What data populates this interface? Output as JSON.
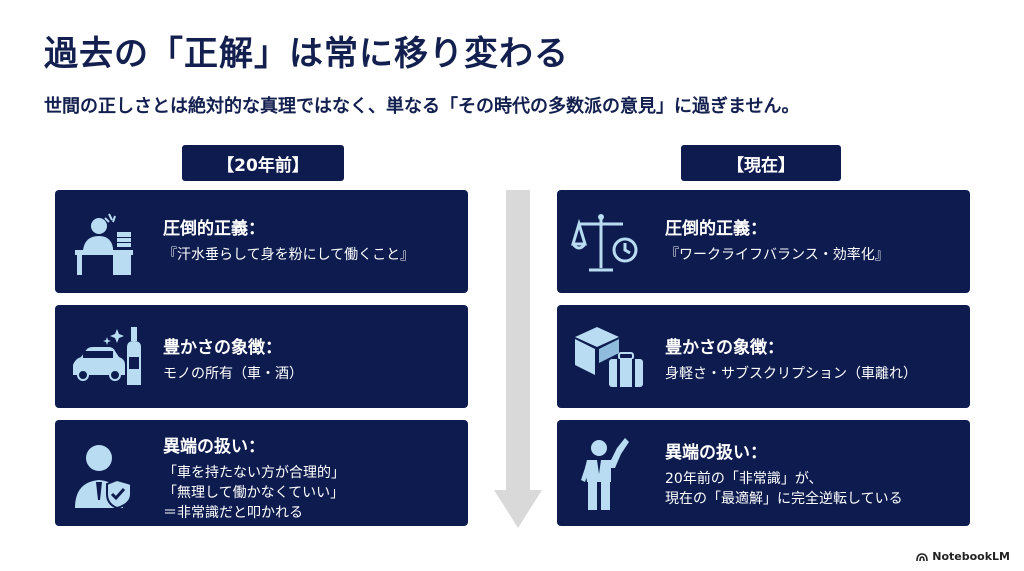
{
  "header": {
    "title": "過去の「正解」は常に移り変わる",
    "subtitle": "世間の正しさとは絶対的な真理ではなく、単なる「その時代の多数派の意見」に過ぎません。"
  },
  "columns": {
    "past": {
      "label": "【20年前】",
      "cards": [
        {
          "heading": "圧倒的正義：",
          "lines": [
            "『汗水垂らして身を粉にして働くこと』"
          ],
          "icon": "overworked-desk-worker-icon"
        },
        {
          "heading": "豊かさの象徴：",
          "lines": [
            "モノの所有（車・酒）"
          ],
          "icon": "car-and-bottle-icon"
        },
        {
          "heading": "異端の扱い：",
          "lines": [
            "「車を持たない方が合理的」",
            "「無理して働かなくていい」",
            "＝非常識だと叩かれる"
          ],
          "icon": "businessman-shield-icon"
        }
      ]
    },
    "present": {
      "label": "【現在】",
      "cards": [
        {
          "heading": "圧倒的正義：",
          "lines": [
            "『ワークライフバランス・効率化』"
          ],
          "icon": "scale-clock-icon"
        },
        {
          "heading": "豊かさの象徴：",
          "lines": [
            "身軽さ・サブスクリプション（車離れ）"
          ],
          "icon": "box-and-suitcase-icon"
        },
        {
          "heading": "異端の扱い：",
          "lines": [
            "20年前の「非常識」が、",
            "現在の「最適解」に完全逆転している"
          ],
          "icon": "person-raising-hand-icon"
        }
      ]
    }
  },
  "brand": {
    "label": "NotebookLM"
  },
  "colors": {
    "navy": "#0d1b4f",
    "icon": "#b9dcf2",
    "arrow": "#d9d9d9"
  }
}
